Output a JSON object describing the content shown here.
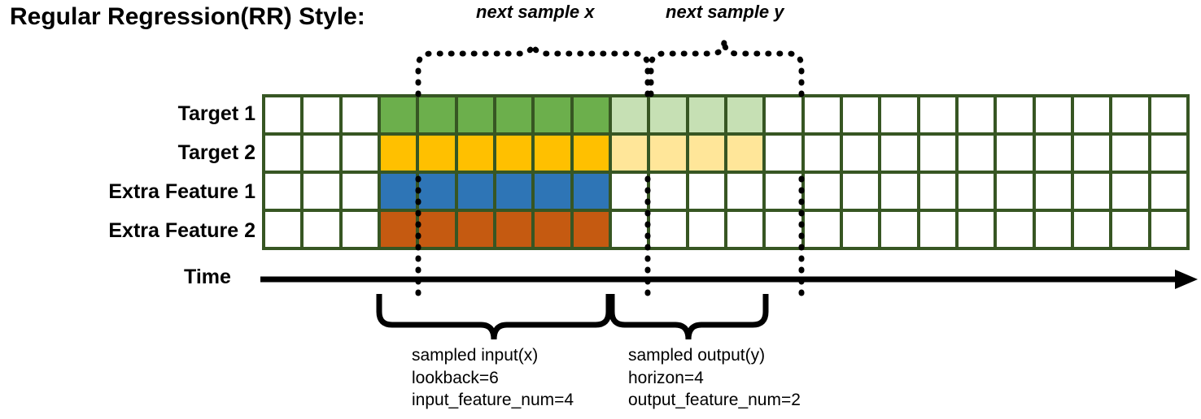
{
  "title": "Regular Regression(RR) Style:",
  "rows": [
    {
      "label": "Target 1",
      "key": "target-1"
    },
    {
      "label": "Target 2",
      "key": "target-2"
    },
    {
      "label": "Extra Feature 1",
      "key": "extra-feature-1"
    },
    {
      "label": "Extra Feature 2",
      "key": "extra-feature-2"
    }
  ],
  "time_axis": {
    "label": "Time"
  },
  "top_annotations": [
    {
      "label": "next sample x",
      "key": "next-sample-x"
    },
    {
      "label": "next sample y",
      "key": "next-sample-y"
    }
  ],
  "bottom_annotations": [
    {
      "key": "sampled-input",
      "lines": [
        "sampled input(x)",
        "lookback=6",
        "input_feature_num=4"
      ]
    },
    {
      "key": "sampled-output",
      "lines": [
        "sampled output(y)",
        "horizon=4",
        "output_feature_num=2"
      ]
    }
  ],
  "colors": {
    "grid_border": "#375623",
    "cell_empty": "#ffffff",
    "target1_input": "#6CAF4C",
    "target1_output": "#C6E0B4",
    "target2_input": "#FFC000",
    "target2_output": "#FFE699",
    "feature1_input": "#2E75B6",
    "feature2_input": "#C55A11",
    "line": "#000000"
  },
  "chart_data": {
    "type": "heatmap",
    "title": "Regular Regression(RR) Style:",
    "columns": 24,
    "rows": 4,
    "row_labels": [
      "Target 1",
      "Target 2",
      "Extra Feature 1",
      "Extra Feature 2"
    ],
    "lookback": 6,
    "horizon": 4,
    "input_feature_num": 4,
    "output_feature_num": 2,
    "input_window_columns": [
      4,
      5,
      6,
      7,
      8,
      9
    ],
    "output_window_columns": [
      10,
      11,
      12,
      13
    ],
    "cell_fills": [
      [
        "empty",
        "empty",
        "empty",
        "target1_input",
        "target1_input",
        "target1_input",
        "target1_input",
        "target1_input",
        "target1_input",
        "target1_output",
        "target1_output",
        "target1_output",
        "target1_output",
        "empty",
        "empty",
        "empty",
        "empty",
        "empty",
        "empty",
        "empty",
        "empty",
        "empty",
        "empty",
        "empty"
      ],
      [
        "empty",
        "empty",
        "empty",
        "target2_input",
        "target2_input",
        "target2_input",
        "target2_input",
        "target2_input",
        "target2_input",
        "target2_output",
        "target2_output",
        "target2_output",
        "target2_output",
        "empty",
        "empty",
        "empty",
        "empty",
        "empty",
        "empty",
        "empty",
        "empty",
        "empty",
        "empty",
        "empty"
      ],
      [
        "empty",
        "empty",
        "empty",
        "feature1_input",
        "feature1_input",
        "feature1_input",
        "feature1_input",
        "feature1_input",
        "feature1_input",
        "empty",
        "empty",
        "empty",
        "empty",
        "empty",
        "empty",
        "empty",
        "empty",
        "empty",
        "empty",
        "empty",
        "empty",
        "empty",
        "empty",
        "empty"
      ],
      [
        "empty",
        "empty",
        "empty",
        "feature2_input",
        "feature2_input",
        "feature2_input",
        "feature2_input",
        "feature2_input",
        "feature2_input",
        "empty",
        "empty",
        "empty",
        "empty",
        "empty",
        "empty",
        "empty",
        "empty",
        "empty",
        "empty",
        "empty",
        "empty",
        "empty",
        "empty",
        "empty"
      ]
    ],
    "xlabel": "Time",
    "ylabel": "",
    "grid": true,
    "legend": "none"
  }
}
